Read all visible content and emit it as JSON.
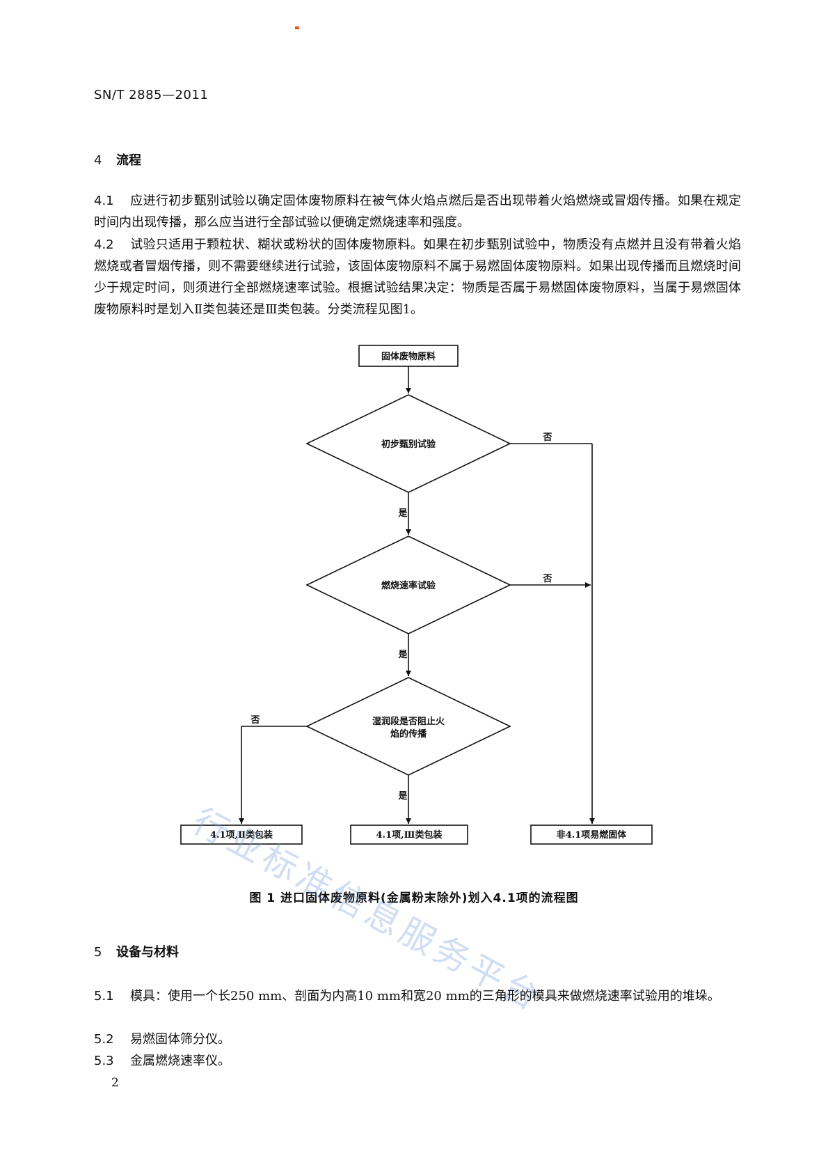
{
  "header": {
    "standard_code": "SN/T 2885—2011"
  },
  "section4": {
    "number": "4",
    "title": "流程",
    "p1": {
      "number": "4.1",
      "text": "应进行初步甄别试验以确定固体废物原料在被气体火焰点燃后是否出现带着火焰燃烧或冒烟传播。如果在规定时间内出现传播，那么应当进行全部试验以便确定燃烧速率和强度。"
    },
    "p2": {
      "number": "4.2",
      "text": "试验只适用于颗粒状、糊状或粉状的固体废物原料。如果在初步甄别试验中，物质没有点燃并且没有带着火焰燃烧或者冒烟传播，则不需要继续进行试验，该固体废物原料不属于易燃固体废物原料。如果出现传播而且燃烧时间少于规定时间，则须进行全部燃烧速率试验。根据试验结果决定：物质是否属于易燃固体废物原料，当属于易燃固体废物原料时是划入Ⅱ类包装还是Ⅲ类包装。分类流程见图1。"
    }
  },
  "flowchart": {
    "start": "固体废物原料",
    "decision1": "初步甄别试验",
    "decision2": "燃烧速率试验",
    "decision3_line1": "湿润段是否阻止火",
    "decision3_line2": "焰的传播",
    "yes": "是",
    "no": "否",
    "out_left": "4.1项,Ⅱ类包装",
    "out_middle": "4.1项,Ⅲ类包装",
    "out_right": "非4.1项易燃固体"
  },
  "figure": {
    "caption": "图 1 进口固体废物原料(金属粉末除外)划入4.1项的流程图"
  },
  "watermark": "行业标准信息服务平台",
  "section5": {
    "number": "5",
    "title": "设备与材料",
    "p1": {
      "number": "5.1",
      "text": "模具：使用一个长250 mm、剖面为内高10 mm和宽20 mm的三角形的模具来做燃烧速率试验用的堆垛。"
    },
    "p2": {
      "number": "5.2",
      "text": "易燃固体筛分仪。"
    },
    "p3": {
      "number": "5.3",
      "text": "金属燃烧速率仪。"
    }
  },
  "footer": {
    "page_number": "2"
  }
}
